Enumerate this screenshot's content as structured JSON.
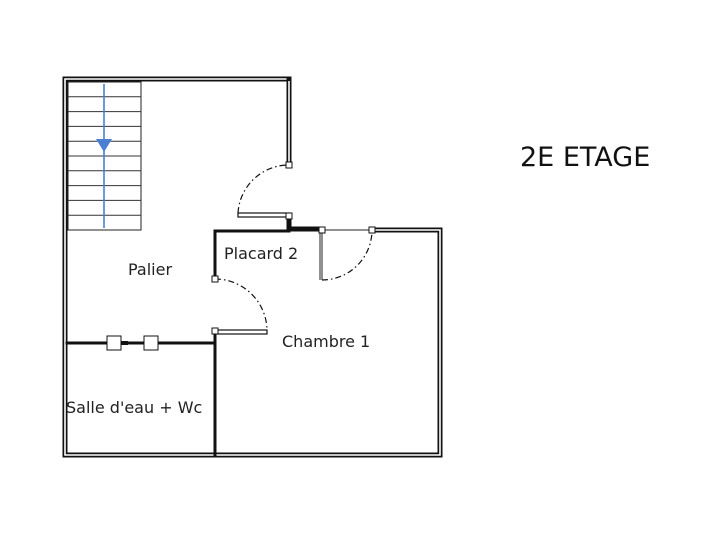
{
  "floor_title": "2E ETAGE",
  "rooms": {
    "palier": "Palier",
    "placard_2": "Placard 2",
    "chambre_1": "Chambre 1",
    "salle_eau": "Salle d'eau + Wc"
  },
  "colors": {
    "wall": "#111111",
    "stair_arrow": "#4a7fd4",
    "background": "#ffffff"
  }
}
